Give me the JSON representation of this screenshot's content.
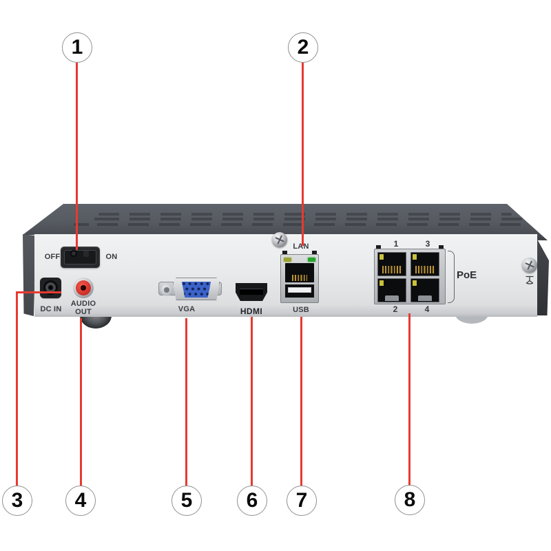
{
  "diagram": {
    "device": "nvr-rear-panel",
    "callouts": [
      "1",
      "2",
      "3",
      "4",
      "5",
      "6",
      "7",
      "8"
    ],
    "ports": {
      "power_off": "OFF",
      "power_on": "ON",
      "dc_in": "DC IN",
      "audio_out": [
        "AUDIO",
        "OUT"
      ],
      "vga": "VGA",
      "hdmi": "HDMI",
      "lan": "LAN",
      "usb": "USB",
      "poe": "PoE",
      "poe_numbers": [
        "1",
        "3",
        "2",
        "4"
      ]
    },
    "colors": {
      "callout_red": "#e73a30",
      "chassis_top": "#53575d",
      "panel_face": "#e7e9eb",
      "rca_red": "#d8362e",
      "vga_blue": "#3b63c8",
      "led_green": "#27a52f",
      "led_amber": "#9aa433"
    }
  }
}
